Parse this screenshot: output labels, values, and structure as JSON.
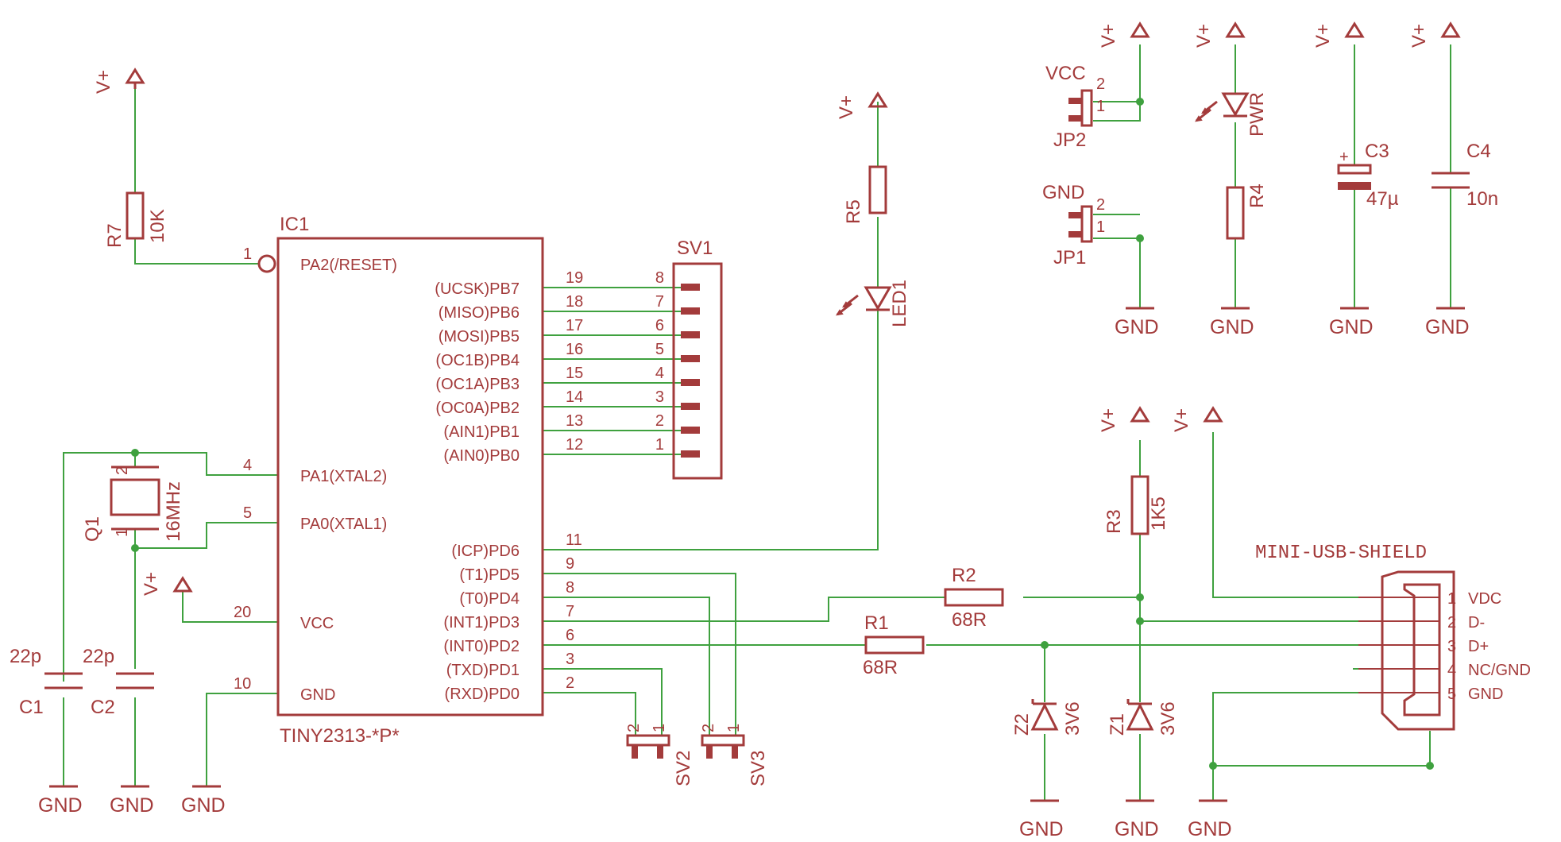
{
  "power": {
    "vplus": "V+",
    "gnd": "GND"
  },
  "ic1": {
    "name": "IC1",
    "value": "TINY2313-*P*",
    "left_pins": [
      {
        "num": "1",
        "label": "PA2(/RESET)"
      },
      {
        "num": "4",
        "label": "PA1(XTAL2)"
      },
      {
        "num": "5",
        "label": "PA0(XTAL1)"
      },
      {
        "num": "20",
        "label": "VCC"
      },
      {
        "num": "10",
        "label": "GND"
      }
    ],
    "right_pins": [
      {
        "num": "19",
        "label": "(UCSK)PB7"
      },
      {
        "num": "18",
        "label": "(MISO)PB6"
      },
      {
        "num": "17",
        "label": "(MOSI)PB5"
      },
      {
        "num": "16",
        "label": "(OC1B)PB4"
      },
      {
        "num": "15",
        "label": "(OC1A)PB3"
      },
      {
        "num": "14",
        "label": "(OC0A)PB2"
      },
      {
        "num": "13",
        "label": "(AIN1)PB1"
      },
      {
        "num": "12",
        "label": "(AIN0)PB0"
      },
      {
        "num": "11",
        "label": "(ICP)PD6"
      },
      {
        "num": "9",
        "label": "(T1)PD5"
      },
      {
        "num": "8",
        "label": "(T0)PD4"
      },
      {
        "num": "7",
        "label": "(INT1)PD3"
      },
      {
        "num": "6",
        "label": "(INT0)PD2"
      },
      {
        "num": "3",
        "label": "(TXD)PD1"
      },
      {
        "num": "2",
        "label": "(RXD)PD0"
      }
    ]
  },
  "sv1": {
    "name": "SV1",
    "pins": [
      "8",
      "7",
      "6",
      "5",
      "4",
      "3",
      "2",
      "1"
    ]
  },
  "r7": {
    "name": "R7",
    "value": "10K"
  },
  "r5": {
    "name": "R5"
  },
  "r4": {
    "name": "R4"
  },
  "r3": {
    "name": "R3",
    "value": "1K5"
  },
  "r1": {
    "name": "R1",
    "value": "68R"
  },
  "r2": {
    "name": "R2",
    "value": "68R"
  },
  "led1": {
    "name": "LED1"
  },
  "pwr": {
    "name": "PWR"
  },
  "q1": {
    "name": "Q1",
    "value": "16MHz",
    "pin1": "1",
    "pin2": "2"
  },
  "c1": {
    "name": "C1",
    "value": "22p"
  },
  "c2": {
    "name": "C2",
    "value": "22p"
  },
  "c3": {
    "name": "C3",
    "value": "47µ",
    "plus": "+"
  },
  "c4": {
    "name": "C4",
    "value": "10n"
  },
  "jp1": {
    "name": "JP1",
    "label": "GND",
    "pin1": "1",
    "pin2": "2"
  },
  "jp2": {
    "name": "JP2",
    "label": "VCC",
    "pin1": "1",
    "pin2": "2"
  },
  "sv2": {
    "name": "SV2",
    "pin1": "1",
    "pin2": "2"
  },
  "sv3": {
    "name": "SV3",
    "pin1": "1",
    "pin2": "2"
  },
  "z1": {
    "name": "Z1",
    "value": "3V6"
  },
  "z2": {
    "name": "Z2",
    "value": "3V6"
  },
  "usb": {
    "name": "MINI-USB-SHIELD",
    "pins": [
      {
        "num": "1",
        "label": "VDC"
      },
      {
        "num": "2",
        "label": "D-"
      },
      {
        "num": "3",
        "label": "D+"
      },
      {
        "num": "4",
        "label": "NC/GND"
      },
      {
        "num": "5",
        "label": "GND"
      }
    ]
  }
}
